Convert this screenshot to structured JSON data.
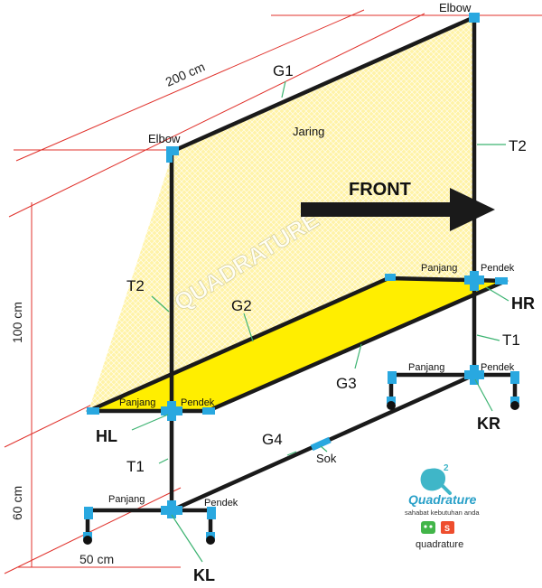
{
  "dimensions": {
    "length": "200 cm",
    "upper_height": "100 cm",
    "lower_height": "60 cm",
    "width": "50 cm"
  },
  "elbows": {
    "top_right": "Elbow",
    "top_left": "Elbow"
  },
  "pipes": {
    "g1": "G1",
    "g2": "G2",
    "g3": "G3",
    "g4": "G4",
    "t2_right": "T2",
    "t2_left": "T2",
    "t1_right": "T1",
    "t1_left": "T1"
  },
  "fittings": {
    "hr": "HR",
    "hl": "HL",
    "kr": "KR",
    "kl": "KL",
    "sok": "Sok"
  },
  "net_label": "Jaring",
  "front_label": "FRONT",
  "watermark": "QUADRATURE",
  "legs": {
    "hr_long": "Panjang",
    "hr_short": "Pendek",
    "hl_long": "Panjang",
    "hl_short": "Pendek",
    "kr_long": "Panjang",
    "kr_short": "Pendek",
    "kl_long": "Panjang",
    "kl_short": "Pendek"
  },
  "brand": {
    "logo_text": "Quadrature",
    "tagline": "sahabat kebutuhan anda",
    "shop_name": "quadrature"
  },
  "colors": {
    "pipe": "#1a1a1a",
    "joint": "#29a8e0",
    "dimension_line": "#e0312b",
    "leader": "#3cb371",
    "shelf": "#ffee00",
    "net": "#fff3a8"
  }
}
